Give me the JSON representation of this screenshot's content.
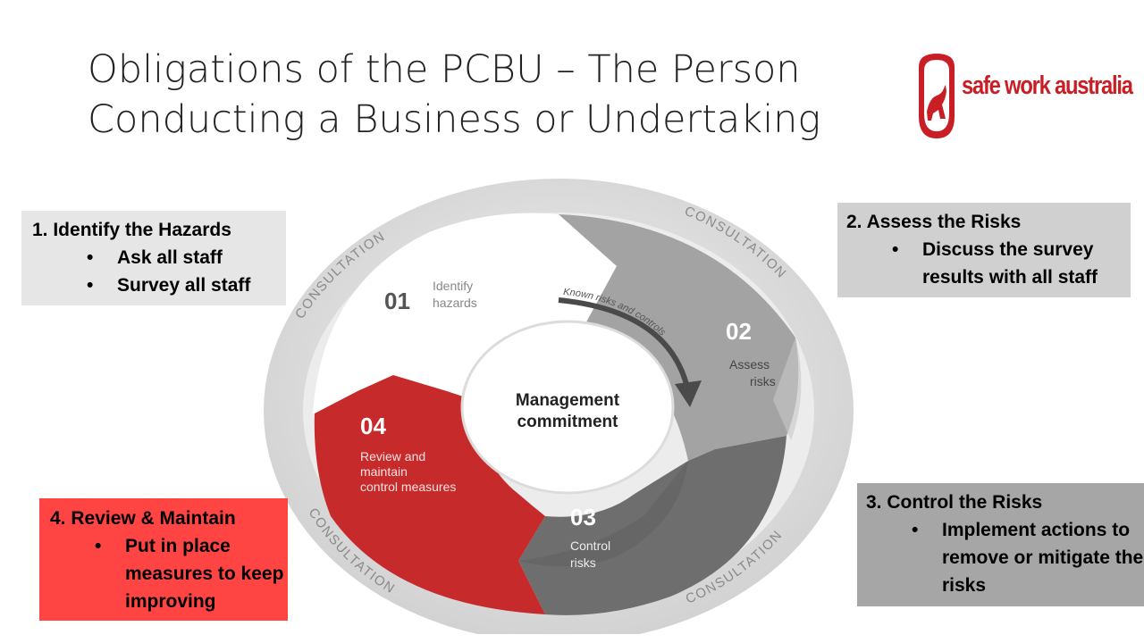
{
  "title": {
    "line1": "Obligations of the PCBU – The Person",
    "line2": "Conducting a Business or Undertaking"
  },
  "logo": {
    "text": "safe work australia",
    "icon": "kangaroo-shield-icon",
    "color": "#c81e25"
  },
  "steps": [
    {
      "heading": "1.  Identify the Hazards",
      "bullets": [
        "Ask all staff",
        "Survey all staff"
      ],
      "color": "#e6e6e6"
    },
    {
      "heading": "2. Assess the Risks",
      "bullets": [
        "Discuss the survey results with all staff"
      ],
      "color": "#d0d0d0"
    },
    {
      "heading": "3. Control the Risks",
      "bullets": [
        "Implement actions to remove or mitigate the risks"
      ],
      "color": "#a6a6a6"
    },
    {
      "heading": "4. Review & Maintain",
      "bullets": [
        "Put in place measures to keep improving"
      ],
      "color": "#ff4444"
    }
  ],
  "cycle": {
    "ring_label": "CONSULTATION",
    "center": {
      "line1": "Management",
      "line2": "commitment"
    },
    "arrow_label": "Known risks and controls",
    "segments": [
      {
        "num": "01",
        "line1": "Identify",
        "line2": "hazards",
        "color": "#ffffff"
      },
      {
        "num": "02",
        "line1": "Assess",
        "line2": "risks",
        "color": "#a3a3a3"
      },
      {
        "num": "03",
        "line1": "Control",
        "line2": "risks",
        "color": "#6e6e6e"
      },
      {
        "num": "04",
        "line1": "Review and",
        "line2": "maintain",
        "line3": "control measures",
        "color": "#c72a2a"
      }
    ]
  }
}
